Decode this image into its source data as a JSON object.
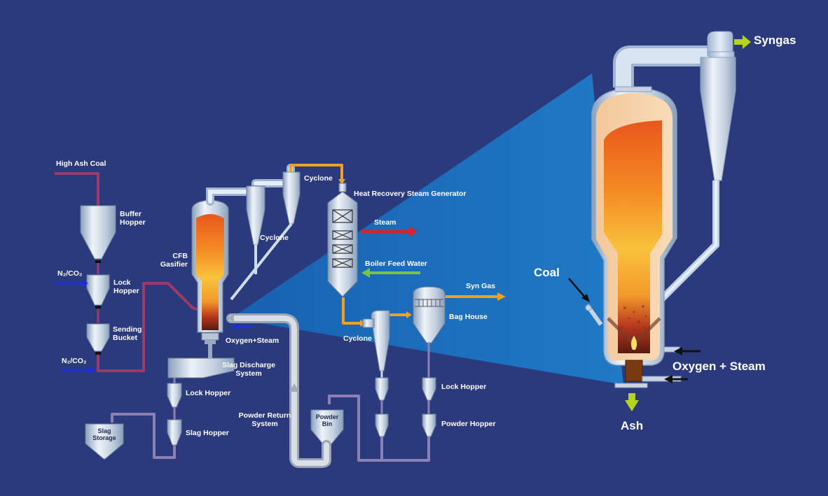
{
  "colors": {
    "background": "#2b3a7d",
    "beam": "#1b76c0",
    "vessel": "#c8d4e3",
    "feed_line": "#9c3b6a",
    "syngas_line": "#f0a023",
    "return_line": "#8d80b6",
    "steam_arrow": "#e02020",
    "water_arrow": "#7cc242",
    "injection_arrow": "#1a2ee0",
    "outlet_arrow": "#b5d320"
  },
  "labels": {
    "high_ash_coal": "High Ash Coal",
    "buffer_hopper": "Buffer Hopper",
    "n2_co2_top": "N₂/CO₂",
    "lock_hopper_feed": "Lock Hopper",
    "sending_bucket": "Sending Bucket",
    "n2_co2_bottom": "N₂/CO₂",
    "cfb_gasifier": "CFB Gasifier",
    "oxygen_steam_small": "Oxygen+Steam",
    "cyclone_first": "Cyclone",
    "cyclone_second": "Cyclone",
    "cyclone_third": "Cyclone",
    "hrsg": "Heat Recovery Steam Generator",
    "steam": "Steam",
    "boiler_feed_water": "Boiler Feed Water",
    "syn_gas": "Syn Gas",
    "bag_house": "Bag House",
    "slag_discharge": "Slag Discharge System",
    "lock_hopper_slag": "Lock Hopper",
    "slag_hopper": "Slag Hopper",
    "slag_storage": "Slag Storage",
    "powder_return": "Powder Return System",
    "powder_bin": "Powder Bin",
    "lock_hopper_bag": "Lock Hopper",
    "powder_hopper": "Powder Hopper",
    "syngas": "Syngas",
    "coal": "Coal",
    "oxygen_steam_big": "Oxygen + Steam",
    "ash": "Ash"
  },
  "icons": {
    "steam_out": "red-right-arrow-icon",
    "water_in": "green-left-arrow-icon",
    "gas_injection": "blue-right-arrow-icon",
    "syngas_out": "green-right-arrow-icon",
    "ash_out": "green-down-arrow-icon",
    "pointer": "black-arrow-icon"
  }
}
